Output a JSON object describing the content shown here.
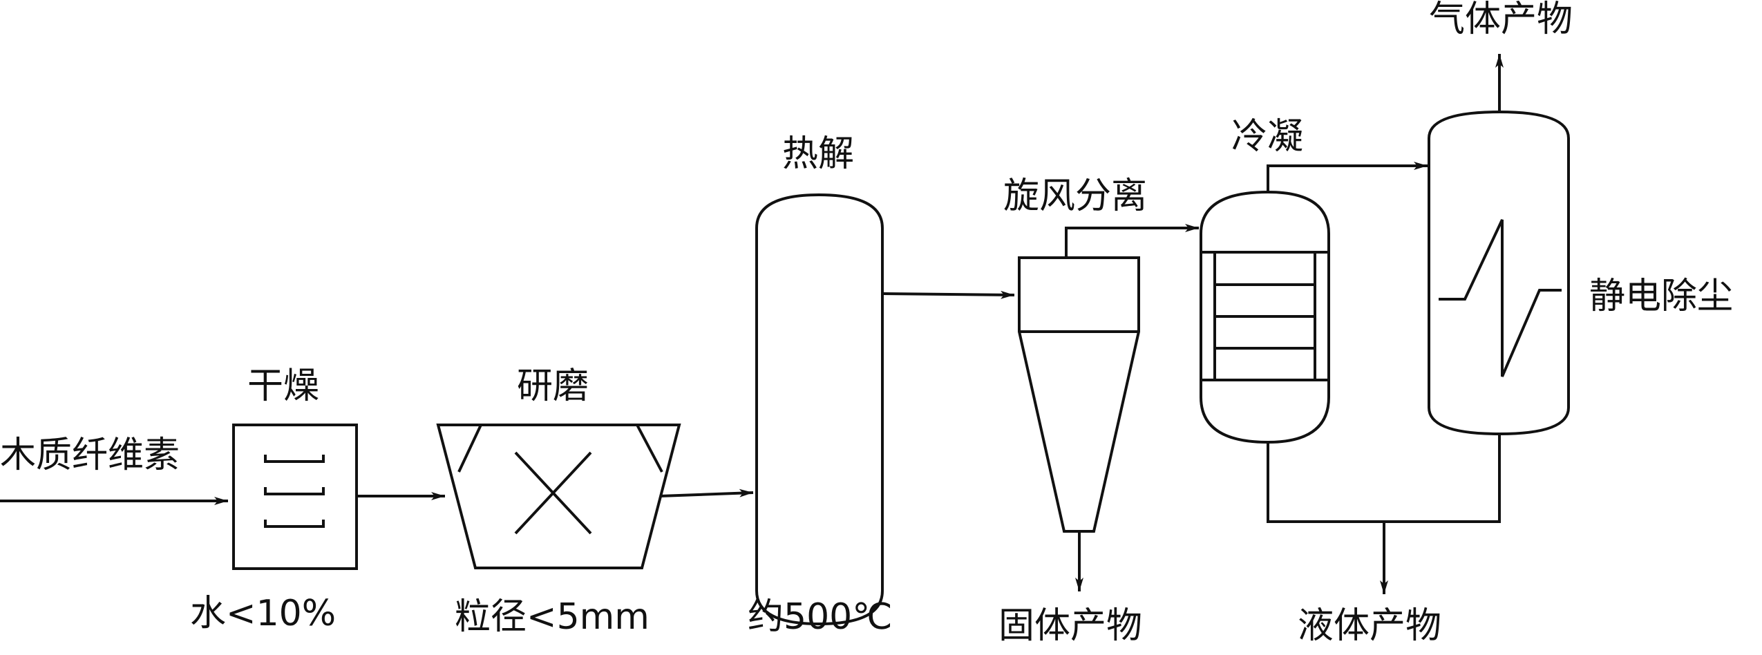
{
  "labels": {
    "feed": "木质纤维素",
    "drying": "干燥",
    "drying_note": "水<10%",
    "grinding": "研磨",
    "grinding_note": "粒径<5mm",
    "pyrolysis": "热解",
    "pyrolysis_note": "约500℃",
    "cyclone": "旋风分离",
    "solid_product": "固体产物",
    "condensation": "冷凝",
    "liquid_product": "液体产物",
    "esp": "静电除尘",
    "gas_product": "气体产物"
  },
  "colors": {
    "stroke": "#111111",
    "background": "#ffffff"
  }
}
